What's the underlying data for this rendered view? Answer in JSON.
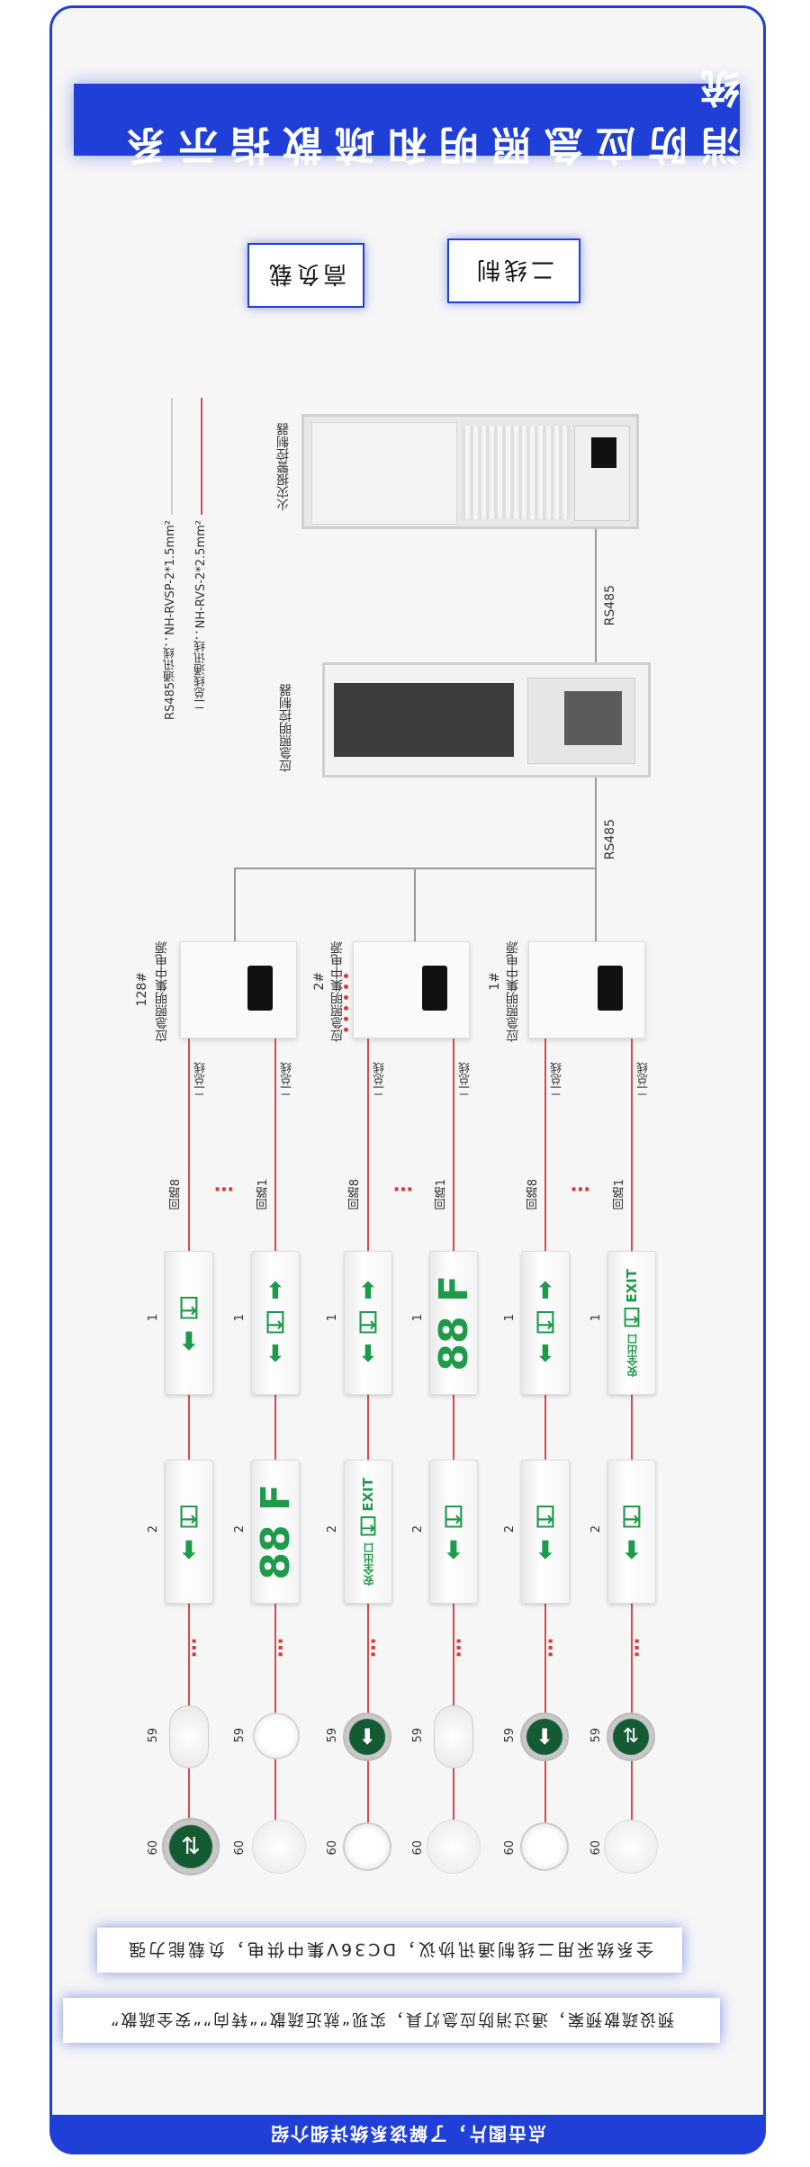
{
  "title": "消防应急照明和疏散指示系统",
  "tags": {
    "left": "高负载",
    "right": "二线制"
  },
  "legend": {
    "red": "二总线通讯线：NH-RVS-2*2.5mm²",
    "gray": "RS485通讯线：NH-RVSP-2*1.5mm²"
  },
  "devices": {
    "fire_controller": "火灾报警控制器",
    "emergency_controller": "应急照明控制器",
    "rs485_top": "RS485",
    "rs485_bottom": "RS485"
  },
  "power_units": [
    {
      "label": "应急照明集中电源",
      "id": "128#"
    },
    {
      "label": "应急照明集中电源",
      "id": "2#"
    },
    {
      "label": "应急照明集中电源",
      "id": "1#"
    }
  ],
  "bus_label": "二总线",
  "loops": [
    "回路8",
    "回路1",
    "回路8",
    "回路1",
    "回路8",
    "回路1"
  ],
  "ellipsis": "…",
  "signs": {
    "floor": "88 F",
    "exit": "EXIT",
    "exit_cn": "安全出口",
    "num1": "1",
    "num2": "2",
    "num59": "59",
    "num60": "60"
  },
  "notes": {
    "top": "全系统采用二线制通讯协议，DC36V集中供电，负载能力强",
    "bottom": "预设疏散预案，通过消防应急灯具，实现“就近疏散”“转向”“安全疏散”"
  },
  "footer": "点击图片，了解该系统详细介绍",
  "colors": {
    "brand": "#1f3fd6",
    "wire_red": "#d64a4a",
    "sign_green": "#1f9a4a"
  }
}
